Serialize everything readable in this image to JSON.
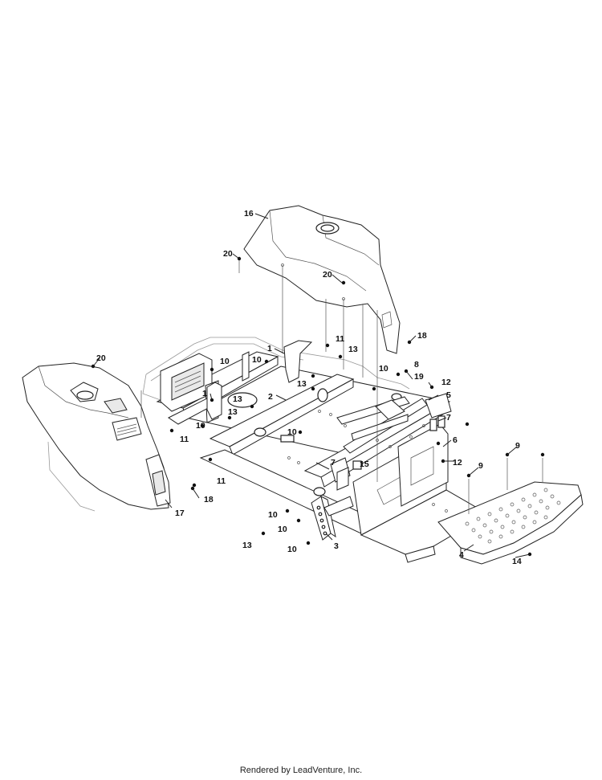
{
  "diagram": {
    "callouts": {
      "c1a": "1",
      "c1b": "1",
      "c2": "2",
      "c3": "3",
      "c4": "4",
      "c5": "5",
      "c6": "6",
      "c7a": "7",
      "c7b": "7",
      "c8": "8",
      "c9a": "9",
      "c9b": "9",
      "c10a": "10",
      "c10b": "10",
      "c10c": "10",
      "c10d": "10",
      "c10e": "10",
      "c10f": "10",
      "c10g": "10",
      "c10h": "10",
      "c11a": "11",
      "c11b": "11",
      "c11c": "11",
      "c12a": "12",
      "c12b": "12",
      "c13a": "13",
      "c13b": "13",
      "c13c": "13",
      "c13d": "13",
      "c13e": "13",
      "c14": "14",
      "c15": "15",
      "c16": "16",
      "c17": "17",
      "c18a": "18",
      "c18b": "18",
      "c19": "19",
      "c20a": "20",
      "c20b": "20",
      "c20c": "20"
    }
  },
  "footer": {
    "text": "Rendered by LeadVenture, Inc."
  }
}
